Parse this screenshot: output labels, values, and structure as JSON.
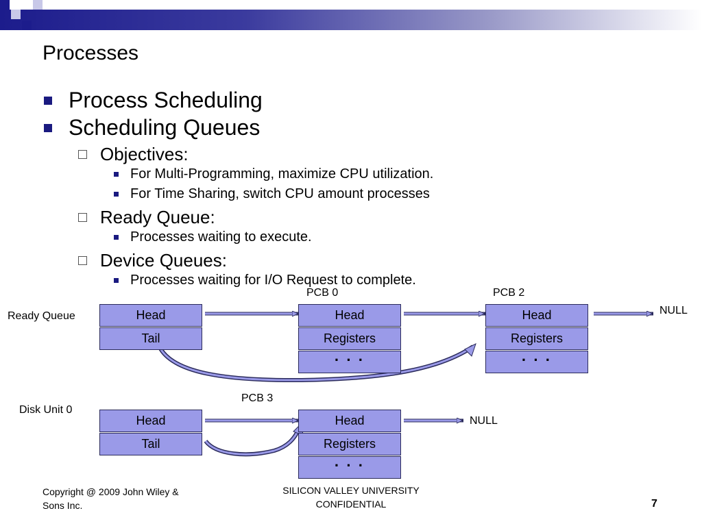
{
  "slide": {
    "title": "Processes",
    "bullets": {
      "b1": "Process Scheduling",
      "b2": "Scheduling Queues",
      "objectives": "Objectives:",
      "obj1": "For Multi-Programming, maximize CPU utilization.",
      "obj2": "For Time Sharing, switch CPU amount processes",
      "ready": "Ready Queue:",
      "ready1": "Processes waiting to execute.",
      "device": "Device Queues:",
      "device1": "Processes waiting for I/O Request to complete."
    }
  },
  "diagram": {
    "ready_queue": {
      "label": "Ready Queue",
      "head": "Head",
      "tail": "Tail",
      "pcb0": {
        "title": "PCB 0",
        "head": "Head",
        "registers": "Registers",
        "more": "· · ·"
      },
      "pcb2": {
        "title": "PCB 2",
        "head": "Head",
        "registers": "Registers",
        "more": "· · ·"
      },
      "null": "NULL"
    },
    "disk_unit": {
      "label": "Disk Unit 0",
      "head": "Head",
      "tail": "Tail",
      "pcb3": {
        "title": "PCB 3",
        "head": "Head",
        "registers": "Registers",
        "more": "· · ·"
      },
      "null": "NULL"
    }
  },
  "footer": {
    "copyright": "Copyright @ 2009 John Wiley & Sons Inc.",
    "confidential": "SILICON VALLEY UNIVERSITY CONFIDENTIAL",
    "page": "7"
  },
  "colors": {
    "accent": "#1a1a80",
    "box_fill": "#9a9ae8"
  }
}
